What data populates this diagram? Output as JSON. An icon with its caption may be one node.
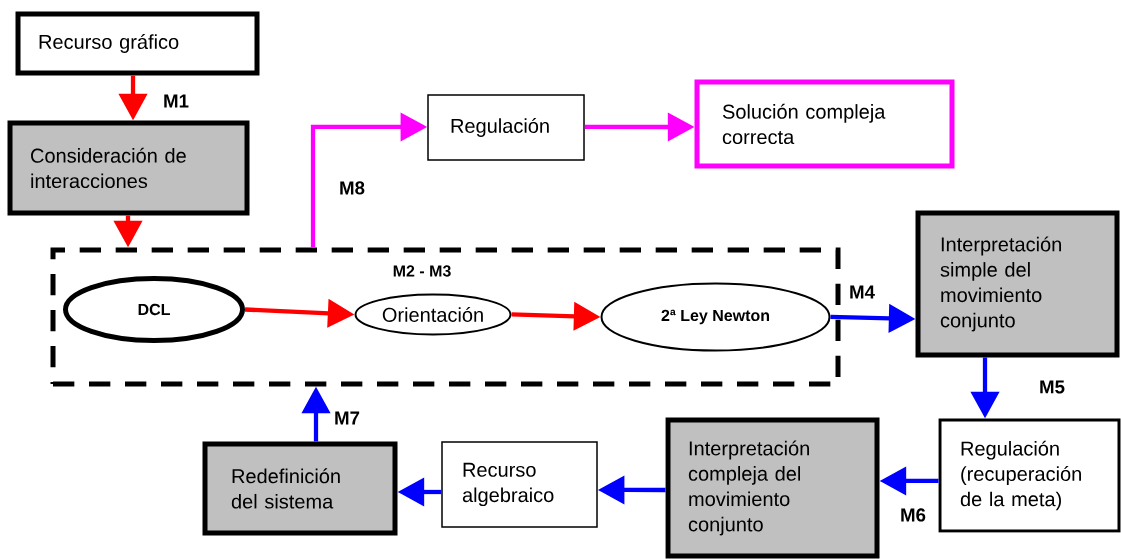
{
  "diagram": {
    "nodes": [
      {
        "text": [
          "Recurso gráfico"
        ]
      },
      {
        "text": [
          "Consideración de interacciones"
        ]
      },
      {
        "text": [
          "M2 - M3"
        ]
      },
      {
        "text": [
          "DCL"
        ],
        "in": 2
      },
      {
        "text": [
          "Orientación"
        ],
        "in": 2
      },
      {
        "text": [
          "2ª Ley Newton"
        ],
        "in": 2
      },
      {
        "text": [
          "Regulación"
        ]
      },
      {
        "text": [
          "Solución compleja correcta"
        ]
      },
      {
        "text": [
          "Interpretación simple del movimiento conjunto"
        ]
      },
      {
        "text": [
          "Regulación (recuperación de la meta)"
        ]
      },
      {
        "text": [
          "Interpretación compleja del movimiento conjunto"
        ]
      },
      {
        "text": [
          "Recurso algebraico"
        ]
      },
      {
        "text": [
          "Redefinición del sistema"
        ]
      }
    ],
    "edges": [
      {
        "from": 0,
        "to": 1,
        "arrow": "to",
        "label": "M1",
        "color": "#ff0000"
      },
      {
        "from": 1,
        "to": 2,
        "arrow": "to",
        "color": "#ff0000"
      },
      {
        "from": 2,
        "to": 6,
        "arrow": "to",
        "label": "M8",
        "color": "#ff00ff"
      },
      {
        "from": 6,
        "to": 7,
        "arrow": "to",
        "color": "#ff00ff"
      },
      {
        "from": 3,
        "to": 4,
        "arrow": "to",
        "color": "#ff0000"
      },
      {
        "from": 4,
        "to": 5,
        "arrow": "to",
        "color": "#ff0000"
      },
      {
        "from": 5,
        "to": 8,
        "arrow": "to",
        "label": "M4"
      },
      {
        "from": 8,
        "to": 9,
        "arrow": "to",
        "label": "M5"
      },
      {
        "from": 9,
        "to": 10,
        "arrow": "to",
        "label": "M6"
      },
      {
        "from": 10,
        "to": 11,
        "arrow": "to"
      },
      {
        "from": 11,
        "to": 12,
        "arrow": "to"
      },
      {
        "from": 12,
        "to": 2,
        "arrow": "to",
        "label": "M7"
      }
    ]
  }
}
